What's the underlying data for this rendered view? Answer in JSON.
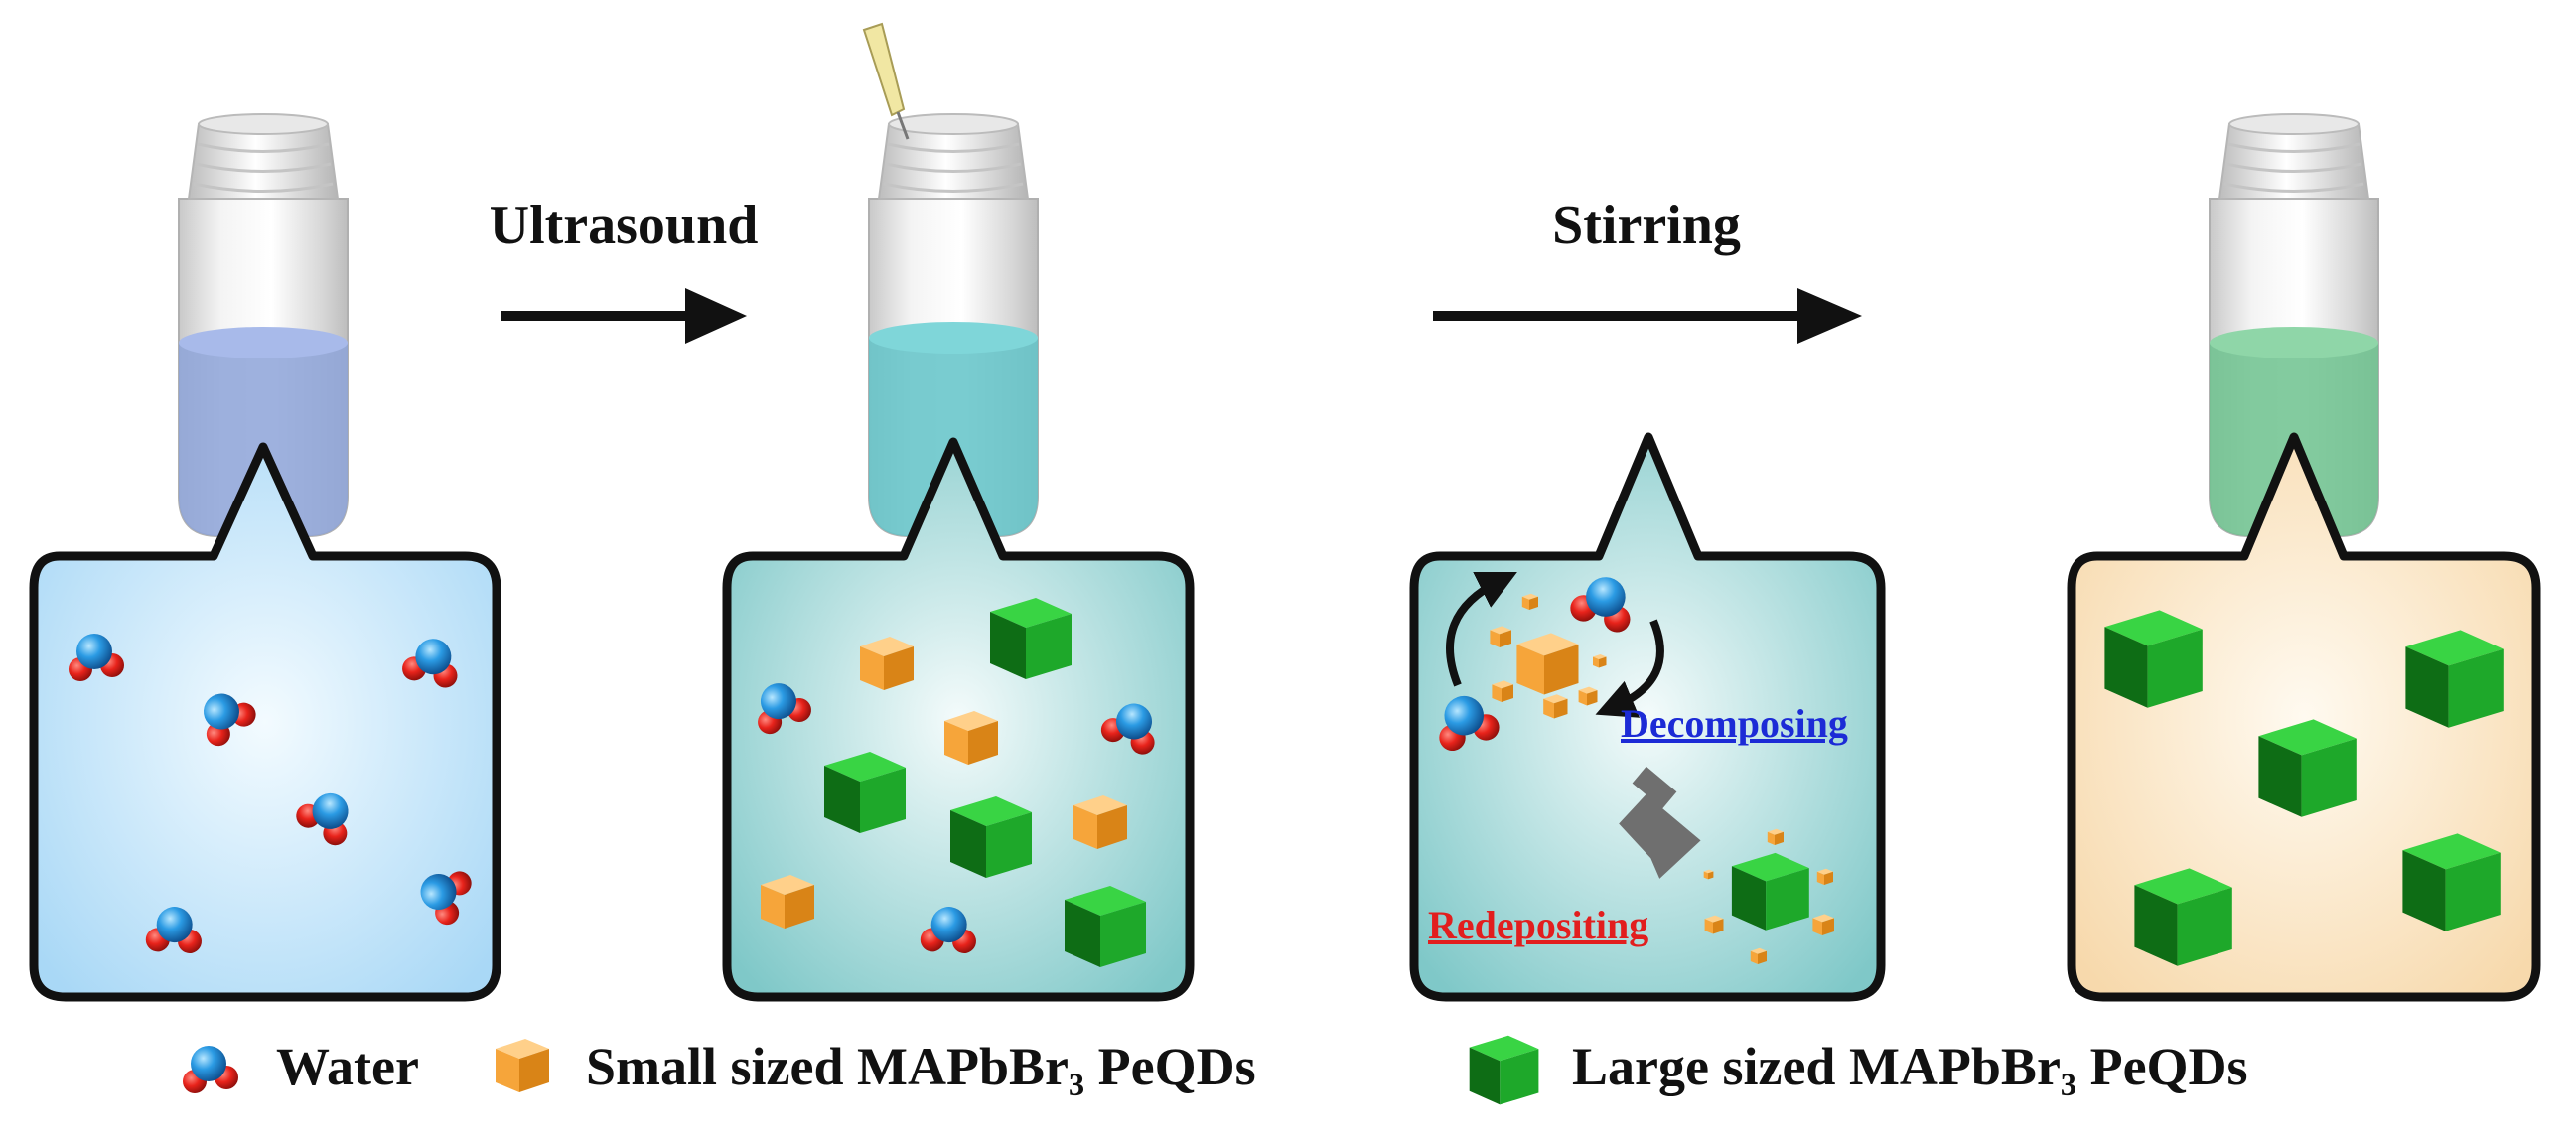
{
  "steps": {
    "ultrasound_label": "Ultrasound",
    "stirring_label": "Stirring"
  },
  "panels": {
    "decompose_label": "Decomposing",
    "redeposit_label": "Redepositing"
  },
  "legend": {
    "water": "Water",
    "small": "Small sized MAPbBr₃ PeQDs",
    "large": "Large sized MAPbBr₃ PeQDs"
  },
  "colors": {
    "liquid_1": "#8da3d8",
    "liquid_2": "#62c3c8",
    "liquid_3": "#6dc28e",
    "panel_1": "#a9d8f6",
    "panel_2": "#8fd0d0",
    "panel_3": "#8fd0d0",
    "panel_4": "#f7ddb4",
    "decompose": "#1c2bd6",
    "redeposit": "#e21e1e",
    "small_cube": "#f6a53a",
    "large_cube": "#1ea82a"
  }
}
